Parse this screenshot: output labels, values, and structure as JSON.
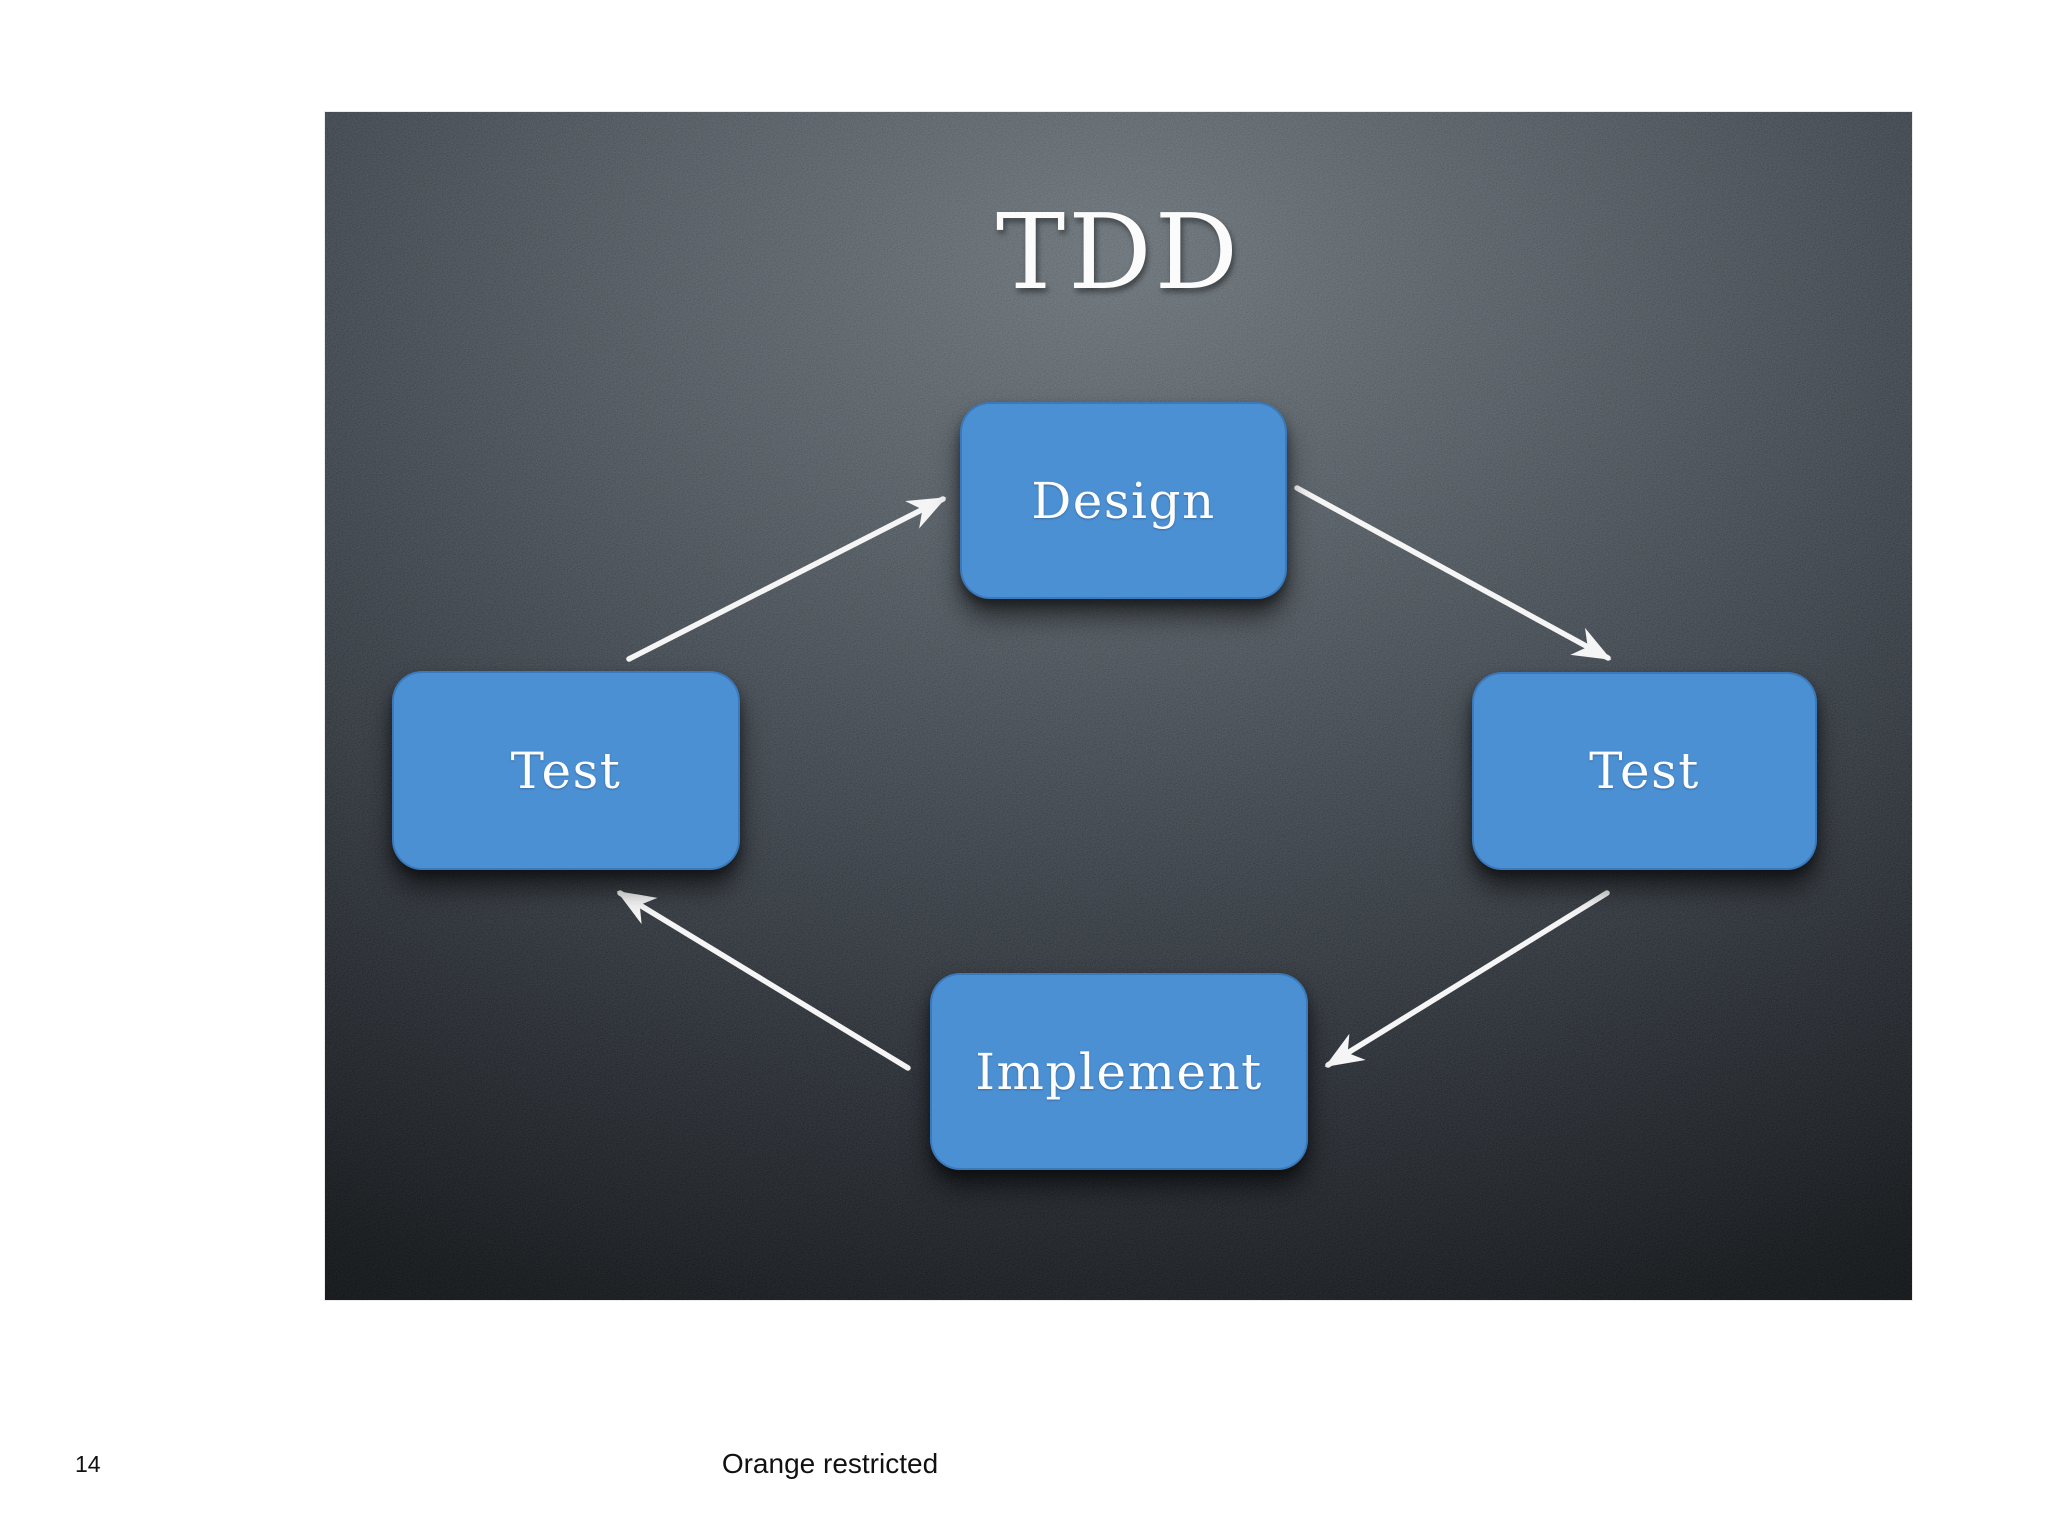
{
  "slide": {
    "title": "TDD",
    "nodes": [
      {
        "id": "design",
        "label": "Design"
      },
      {
        "id": "test-right",
        "label": "Test"
      },
      {
        "id": "implement",
        "label": "Implement"
      },
      {
        "id": "test-left",
        "label": "Test"
      }
    ],
    "edges": [
      {
        "from": "test-left",
        "to": "design"
      },
      {
        "from": "design",
        "to": "test-right"
      },
      {
        "from": "test-right",
        "to": "implement"
      },
      {
        "from": "implement",
        "to": "test-left"
      }
    ],
    "colors": {
      "node_fill": "#4c90d4",
      "node_text": "#ffffff",
      "arrow": "#f5f5f5",
      "background_highlight": "#626b71",
      "background_dark": "#0c0e10"
    }
  },
  "footer": {
    "page_number": "14",
    "classification_label": "Orange restricted"
  }
}
